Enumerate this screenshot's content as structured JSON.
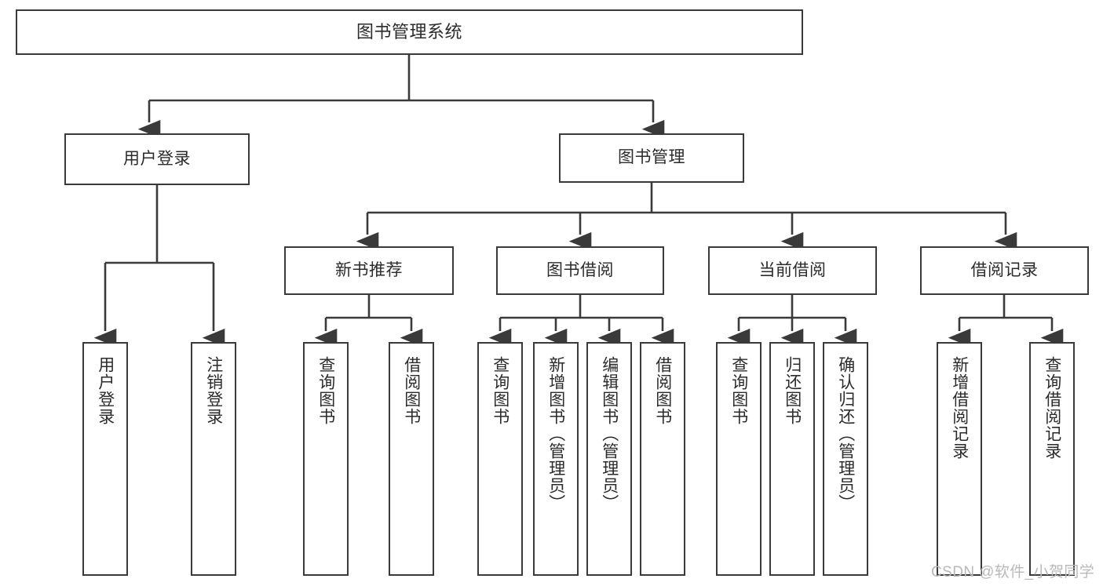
{
  "diagram": {
    "title": "图书管理系统",
    "type": "hierarchy-tree",
    "colors": {
      "stroke": "#3a3a3a",
      "fill": "#ffffff",
      "text": "#2b2b2b",
      "watermark": "#b9b9b9"
    },
    "root": {
      "label": "图书管理系统"
    },
    "level2": [
      {
        "label": "用户登录"
      },
      {
        "label": "图书管理"
      }
    ],
    "level3": [
      {
        "label": "新书推荐"
      },
      {
        "label": "图书借阅"
      },
      {
        "label": "当前借阅"
      },
      {
        "label": "借阅记录"
      }
    ],
    "leaves_user_login": [
      {
        "label": "用户登录"
      },
      {
        "label": "注销登录"
      }
    ],
    "leaves_new_book": [
      {
        "label": "查询图书"
      },
      {
        "label": "借阅图书"
      }
    ],
    "leaves_borrow": [
      {
        "label": "查询图书"
      },
      {
        "label": "新增图书（管理员）"
      },
      {
        "label": "编辑图书（管理员）"
      },
      {
        "label": "借阅图书"
      }
    ],
    "leaves_current": [
      {
        "label": "查询图书"
      },
      {
        "label": "归还图书"
      },
      {
        "label": "确认归还（管理员）"
      }
    ],
    "leaves_records": [
      {
        "label": "新增借阅记录"
      },
      {
        "label": "查询借阅记录"
      }
    ]
  },
  "watermark": "CSDN @软件_小贺同学"
}
